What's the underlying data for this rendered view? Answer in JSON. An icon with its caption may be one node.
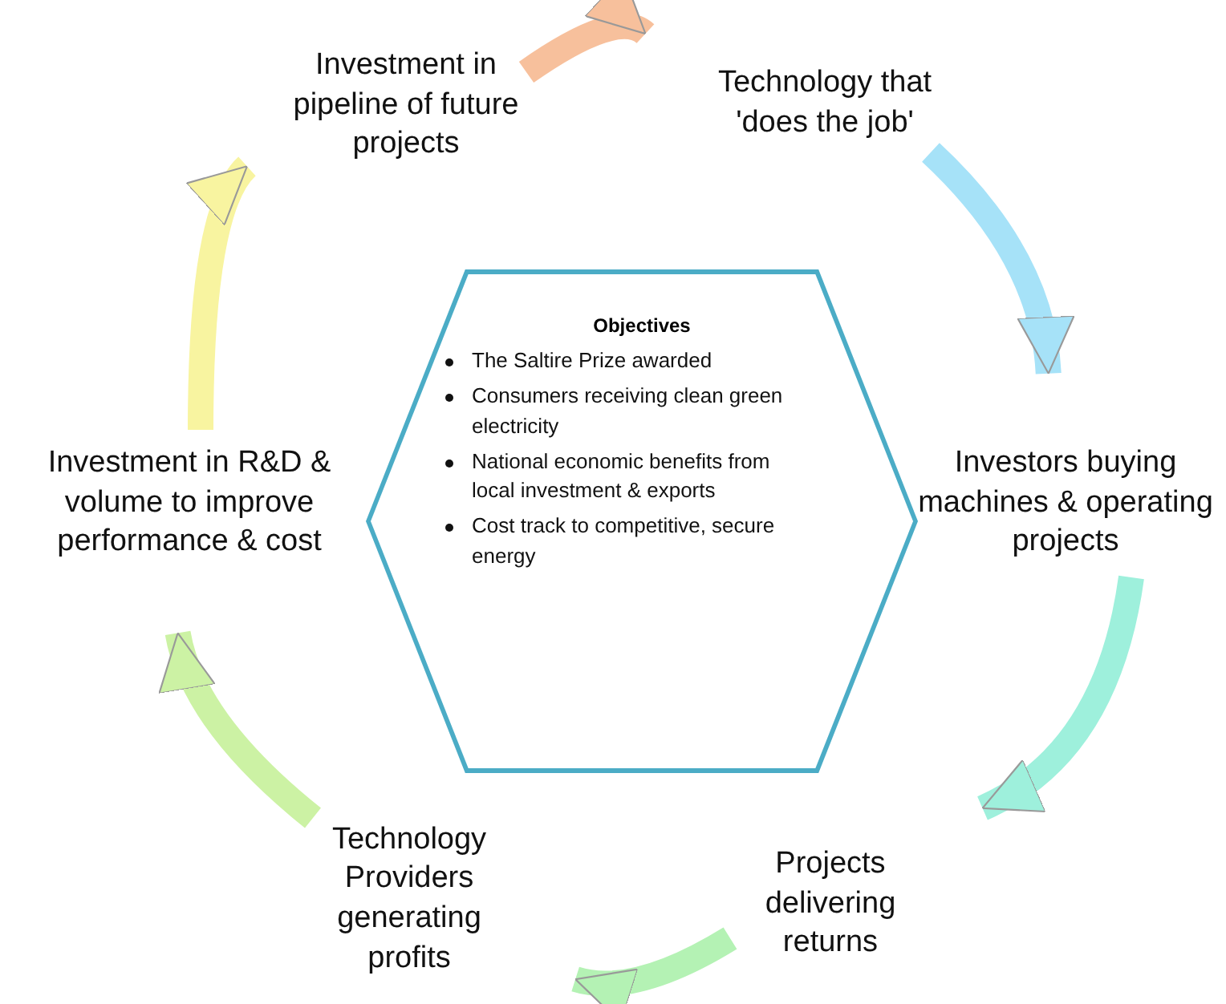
{
  "diagram": {
    "nodes": [
      {
        "text": [
          "Investment in pipeline of future projects"
        ]
      },
      {
        "text": [
          "Technology that 'does the job'"
        ]
      },
      {
        "text": [
          "Investors buying machines & operating projects"
        ]
      },
      {
        "text": [
          "Projects delivering returns"
        ]
      },
      {
        "text": [
          "Technology Providers generating profits"
        ]
      },
      {
        "text": [
          "Investment in R&D & volume to improve performance  & cost"
        ]
      },
      {
        "text": [
          "Objectives",
          "The Saltire Prize awarded",
          "Consumers receiving clean green electricity",
          "National economic benefits from local investment & exports",
          "Cost track to competitive, secure energy"
        ]
      }
    ],
    "edges": [
      {
        "from": 0,
        "to": 1,
        "arrow": "to",
        "color": "#f7c09c"
      },
      {
        "from": 1,
        "to": 2,
        "arrow": "to",
        "color": "#a6e2f8"
      },
      {
        "from": 2,
        "to": 3,
        "arrow": "to",
        "color": "#9ef0dc"
      },
      {
        "from": 3,
        "to": 4,
        "arrow": "to",
        "color": "#b4f2b4"
      },
      {
        "from": 4,
        "to": 5,
        "arrow": "to",
        "color": "#ccf2a4"
      },
      {
        "from": 5,
        "to": 0,
        "arrow": "to",
        "color": "#f8f4a0"
      }
    ]
  }
}
